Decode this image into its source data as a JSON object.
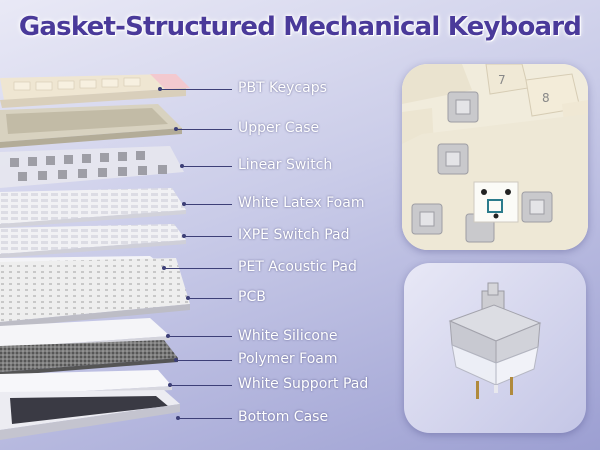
{
  "title": "Gasket-Structured Mechanical Keyboard",
  "layers": [
    {
      "label": "PBT Keycaps"
    },
    {
      "label": "Upper Case"
    },
    {
      "label": "Linear Switch"
    },
    {
      "label": "White Latex Foam"
    },
    {
      "label": "IXPE Switch Pad"
    },
    {
      "label": "PET Acoustic Pad"
    },
    {
      "label": "PCB"
    },
    {
      "label": "White Silicone"
    },
    {
      "label": "Polymer Foam"
    },
    {
      "label": "White Support Pad"
    },
    {
      "label": "Bottom Case"
    }
  ],
  "keycap_legends": [
    "7",
    "8"
  ],
  "colors": {
    "title": "#4a3a9a",
    "leader_line": "#3d3f77",
    "background_light": "#e9e9f6",
    "background_dark": "#9c9fd2",
    "keycap_cream": "#efe6d2",
    "keycap_pink": "#f3c9cf",
    "switch_housing": "#c9c9cc"
  },
  "icons": [
    "exploded-keyboard-illustration",
    "keyboard-closeup-photo",
    "linear-switch-photo"
  ]
}
